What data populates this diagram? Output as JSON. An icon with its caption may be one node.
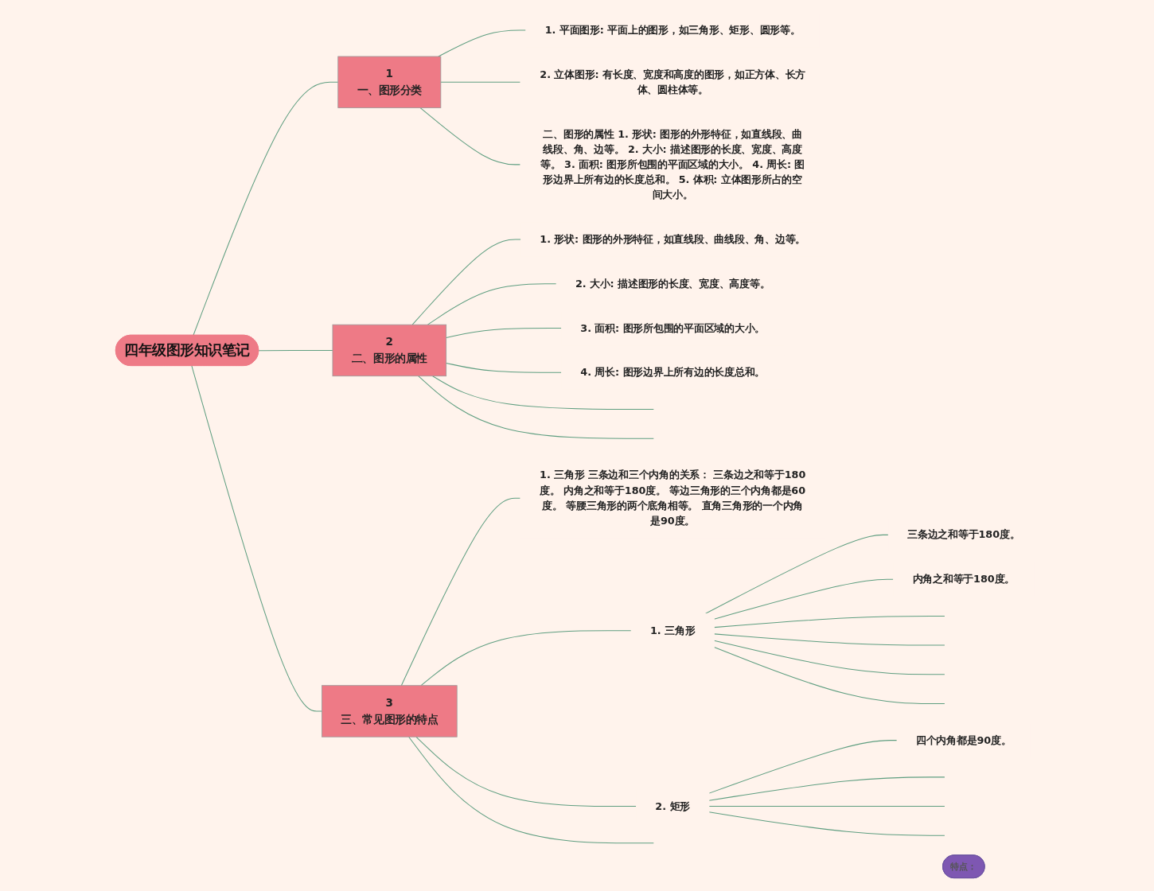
{
  "diagram": {
    "nodes": [
      {
        "text": [
          "四年级图形知识笔记"
        ]
      },
      {
        "text": [
          "1",
          "一、图形分类"
        ]
      },
      {
        "text": [
          "1. 平面图形: 平面上的图形，如三角形、矩形、圆形等。"
        ]
      },
      {
        "text": [
          "2. 立体图形: 有长度、宽度和高度的图形，如正方体、长方体、圆柱体等。"
        ]
      },
      {
        "text": [
          "二、图形的属性 1. 形状: 图形的外形特征，如直线段、曲线段、角、边等。 2. 大小: 描述图形的长度、宽度、高度等。 3. 面积: 图形所包围的平面区域的大小。 4. 周长: 图形边界上所有边的长度总和。 5. 体积: 立体图形所占的空间大小。"
        ]
      },
      {
        "text": [
          "2",
          "二、图形的属性"
        ]
      },
      {
        "text": [
          "1. 形状: 图形的外形特征，如直线段、曲线段、角、边等。"
        ]
      },
      {
        "text": [
          "2. 大小: 描述图形的长度、宽度、高度等。"
        ]
      },
      {
        "text": [
          "3. 面积: 图形所包围的平面区域的大小。"
        ]
      },
      {
        "text": [
          "4. 周长: 图形边界上所有边的长度总和。"
        ]
      },
      {
        "text": [
          "3",
          "三、常见图形的特点"
        ]
      },
      {
        "text": [
          "1. 三角形 三条边和三个内角的关系： 三条边之和等于180度。 内角之和等于180度。 等边三角形的三个内角都是60度。 等腰三角形的两个底角相等。 直角三角形的一个内角是90度。"
        ]
      },
      {
        "text": [
          "1. 三角形"
        ]
      },
      {
        "text": [
          "三条边之和等于180度。"
        ]
      },
      {
        "text": [
          "内角之和等于180度。"
        ]
      },
      {
        "text": [
          "2. 矩形"
        ]
      },
      {
        "text": [
          "四个内角都是90度。"
        ]
      },
      {
        "text": [
          "特点："
        ]
      }
    ],
    "edges": [
      {
        "from": 0,
        "to": 1,
        "arrow": "none"
      },
      {
        "from": 1,
        "to": 2,
        "arrow": "none"
      },
      {
        "from": 1,
        "to": 3,
        "arrow": "none"
      },
      {
        "from": 1,
        "to": 4,
        "arrow": "none"
      },
      {
        "from": 0,
        "to": 5,
        "arrow": "none"
      },
      {
        "from": 5,
        "to": 6,
        "arrow": "none"
      },
      {
        "from": 5,
        "to": 7,
        "arrow": "none"
      },
      {
        "from": 5,
        "to": 8,
        "arrow": "none"
      },
      {
        "from": 5,
        "to": 9,
        "arrow": "none"
      },
      {
        "from": 5,
        "to": null,
        "arrow": "none"
      },
      {
        "from": 5,
        "to": null,
        "arrow": "none"
      },
      {
        "from": 0,
        "to": 10,
        "arrow": "none"
      },
      {
        "from": 10,
        "to": 11,
        "arrow": "none"
      },
      {
        "from": 10,
        "to": 12,
        "arrow": "none"
      },
      {
        "from": 12,
        "to": 13,
        "arrow": "none"
      },
      {
        "from": 12,
        "to": 14,
        "arrow": "none"
      },
      {
        "from": 12,
        "to": null,
        "arrow": "none"
      },
      {
        "from": 12,
        "to": null,
        "arrow": "none"
      },
      {
        "from": 12,
        "to": null,
        "arrow": "none"
      },
      {
        "from": 12,
        "to": null,
        "arrow": "none"
      },
      {
        "from": 10,
        "to": 15,
        "arrow": "none"
      },
      {
        "from": 15,
        "to": 16,
        "arrow": "none"
      },
      {
        "from": 15,
        "to": null,
        "arrow": "none"
      },
      {
        "from": 15,
        "to": null,
        "arrow": "none"
      },
      {
        "from": 15,
        "to": null,
        "arrow": "none"
      },
      {
        "from": 10,
        "to": null,
        "arrow": "none"
      }
    ]
  }
}
